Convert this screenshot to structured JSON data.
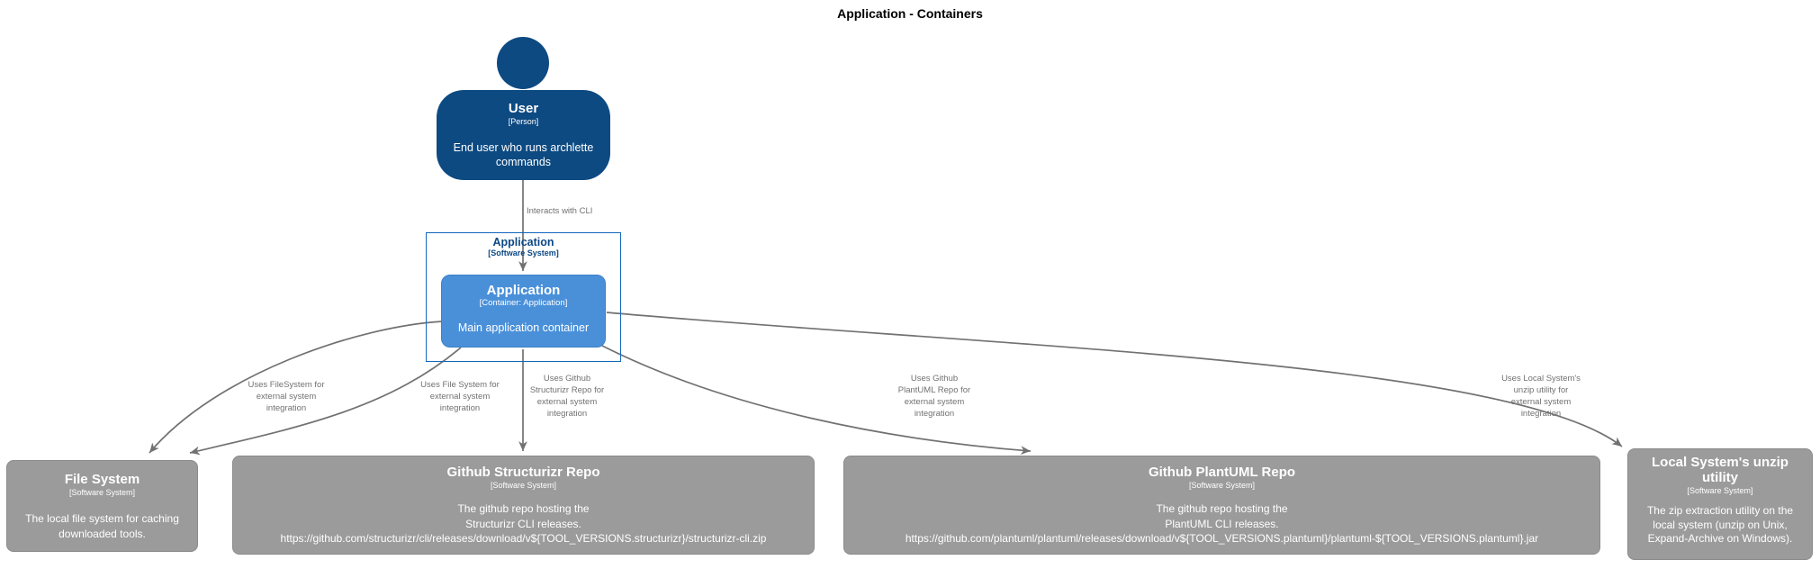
{
  "title": "Application - Containers",
  "person": {
    "name": "User",
    "meta": "[Person]",
    "description": "End user who runs archlette\ncommands"
  },
  "boundary": {
    "name": "Application",
    "meta": "[Software System]"
  },
  "container": {
    "name": "Application",
    "meta": "[Container: Application]",
    "description": "Main application container"
  },
  "systems": [
    {
      "name": "File System",
      "meta": "[Software System]",
      "description": "The local file system for caching\ndownloaded tools."
    },
    {
      "name": "Github Structurizr Repo",
      "meta": "[Software System]",
      "description": "The github repo hosting the\nStructurizr CLI releases.\nhttps://github.com/structurizr/cli/releases/download/v${TOOL_VERSIONS.structurizr}/structurizr-cli.zip"
    },
    {
      "name": "Github PlantUML Repo",
      "meta": "[Software System]",
      "description": "The github repo hosting the\nPlantUML CLI releases.\nhttps://github.com/plantuml/plantuml/releases/download/v${TOOL_VERSIONS.plantuml}/plantuml-${TOOL_VERSIONS.plantuml}.jar"
    },
    {
      "name": "Local System's unzip\nutility",
      "meta": "[Software System]",
      "description": "The zip extraction utility on the\nlocal system (unzip on Unix,\nExpand-Archive on Windows)."
    }
  ],
  "edges": [
    {
      "label": "Interacts with CLI"
    },
    {
      "label": "Uses FileSystem for\nexternal system\nintegration"
    },
    {
      "label": "Uses File System for\nexternal system\nintegration"
    },
    {
      "label": "Uses Github\nStructurizr Repo for\nexternal system\nintegration"
    },
    {
      "label": "Uses Github\nPlantUML Repo for\nexternal system\nintegration"
    },
    {
      "label": "Uses Local System's\nunzip utility for\nexternal system\nintegration"
    }
  ],
  "colors": {
    "person_fill": "#0d4a82",
    "container_fill": "#4a90d9",
    "container_border": "#3c80c8",
    "boundary_border": "#1368bd",
    "boundary_text": "#0b4884",
    "external_fill": "#9b9b9b",
    "external_border": "#8b8b8b",
    "edge": "#717171",
    "title_text": "#000000"
  }
}
